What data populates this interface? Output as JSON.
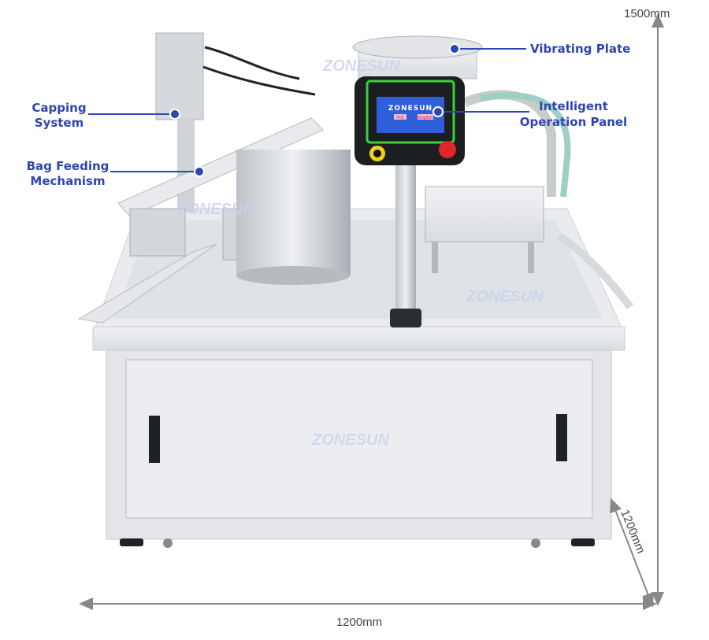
{
  "brand": "ZONESUN",
  "watermark": "ZONESUN",
  "callouts": {
    "vibrating_plate": "Vibrating Plate",
    "operation_panel_line1": "Intelligent",
    "operation_panel_line2": "Operation Panel",
    "capping_line1": "Capping",
    "capping_line2": "System",
    "bag_feeding_line1": "Bag Feeding",
    "bag_feeding_line2": "Mechanism"
  },
  "dimensions": {
    "height": "1500mm",
    "depth": "1200mm",
    "width": "1200mm"
  },
  "panel_screen": {
    "logo": "ZONESUN",
    "button_left": "中文",
    "button_right": "English"
  },
  "colors": {
    "callout": "#2f45b0",
    "dimension_line": "#888888",
    "steel": "#e4e6e9",
    "panel_bezel": "#3ad13a",
    "screen": "#2f5fd8",
    "estop": "#e0262a"
  }
}
